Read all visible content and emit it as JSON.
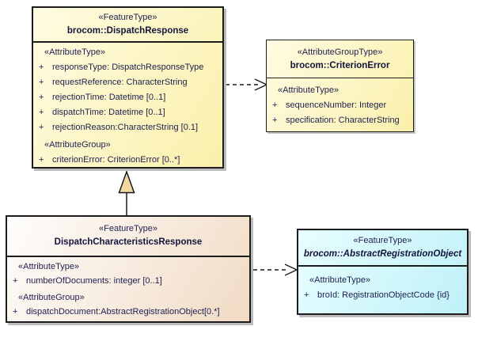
{
  "diagram": {
    "kind": "uml-class-diagram",
    "colors": {
      "yellow_box": "#faf0ab",
      "tan_box": "#f1dbc4",
      "cyan_box": "#bff1f8",
      "border": "#1c1c1c",
      "text": "#1f1f4e",
      "generalization_triangle_fill": "#f3d7a4",
      "background": "#ffffff"
    }
  },
  "boxes": {
    "dispatch_response": {
      "stereotype": "«FeatureType»",
      "title": "brocom::DispatchResponse",
      "sections": [
        {
          "header": "«AttributeType»",
          "rows": [
            {
              "vis": "+",
              "text": "responseType: DispatchResponseType"
            },
            {
              "vis": "+",
              "text": "requestReference: CharacterString"
            },
            {
              "vis": "+",
              "text": "rejectionTime: Datetime [0..1]"
            },
            {
              "vis": "+",
              "text": "dispatchTime: Datetime [0..1]"
            },
            {
              "vis": "+",
              "text": "rejectionReason:CharacterString [0.1]"
            }
          ]
        },
        {
          "header": "«AttributeGroup»",
          "rows": [
            {
              "vis": "+",
              "text": "criterionError: CriterionError [0..*]"
            }
          ]
        }
      ]
    },
    "criterion_error": {
      "stereotype": "«AttributeGroupType»",
      "title": "brocom::CriterionError",
      "sections": [
        {
          "header": "«AttributeType»",
          "rows": [
            {
              "vis": "+",
              "text": "sequenceNumber: Integer"
            },
            {
              "vis": "+",
              "text": "specification: CharacterString"
            }
          ]
        }
      ]
    },
    "dispatch_characteristics_response": {
      "stereotype": "«FeatureType»",
      "title": "DispatchCharacteristicsResponse",
      "sections": [
        {
          "header": "«AttributeType»",
          "rows": [
            {
              "vis": "+",
              "text": "numberOfDocuments: integer [0..1]"
            }
          ]
        },
        {
          "header": "«AttributeGroup»",
          "rows": [
            {
              "vis": "+",
              "text": "dispatchDocument:AbstractRegistrationObject[0.*]"
            }
          ]
        }
      ]
    },
    "abstract_registration_object": {
      "stereotype": "«FeatureType»",
      "title": "brocom::AbstractRegistrationObject",
      "sections": [
        {
          "header": "«AttributeType»",
          "rows": [
            {
              "vis": "+",
              "text": "broId: RegistrationObjectCode {id}"
            }
          ]
        }
      ]
    }
  }
}
